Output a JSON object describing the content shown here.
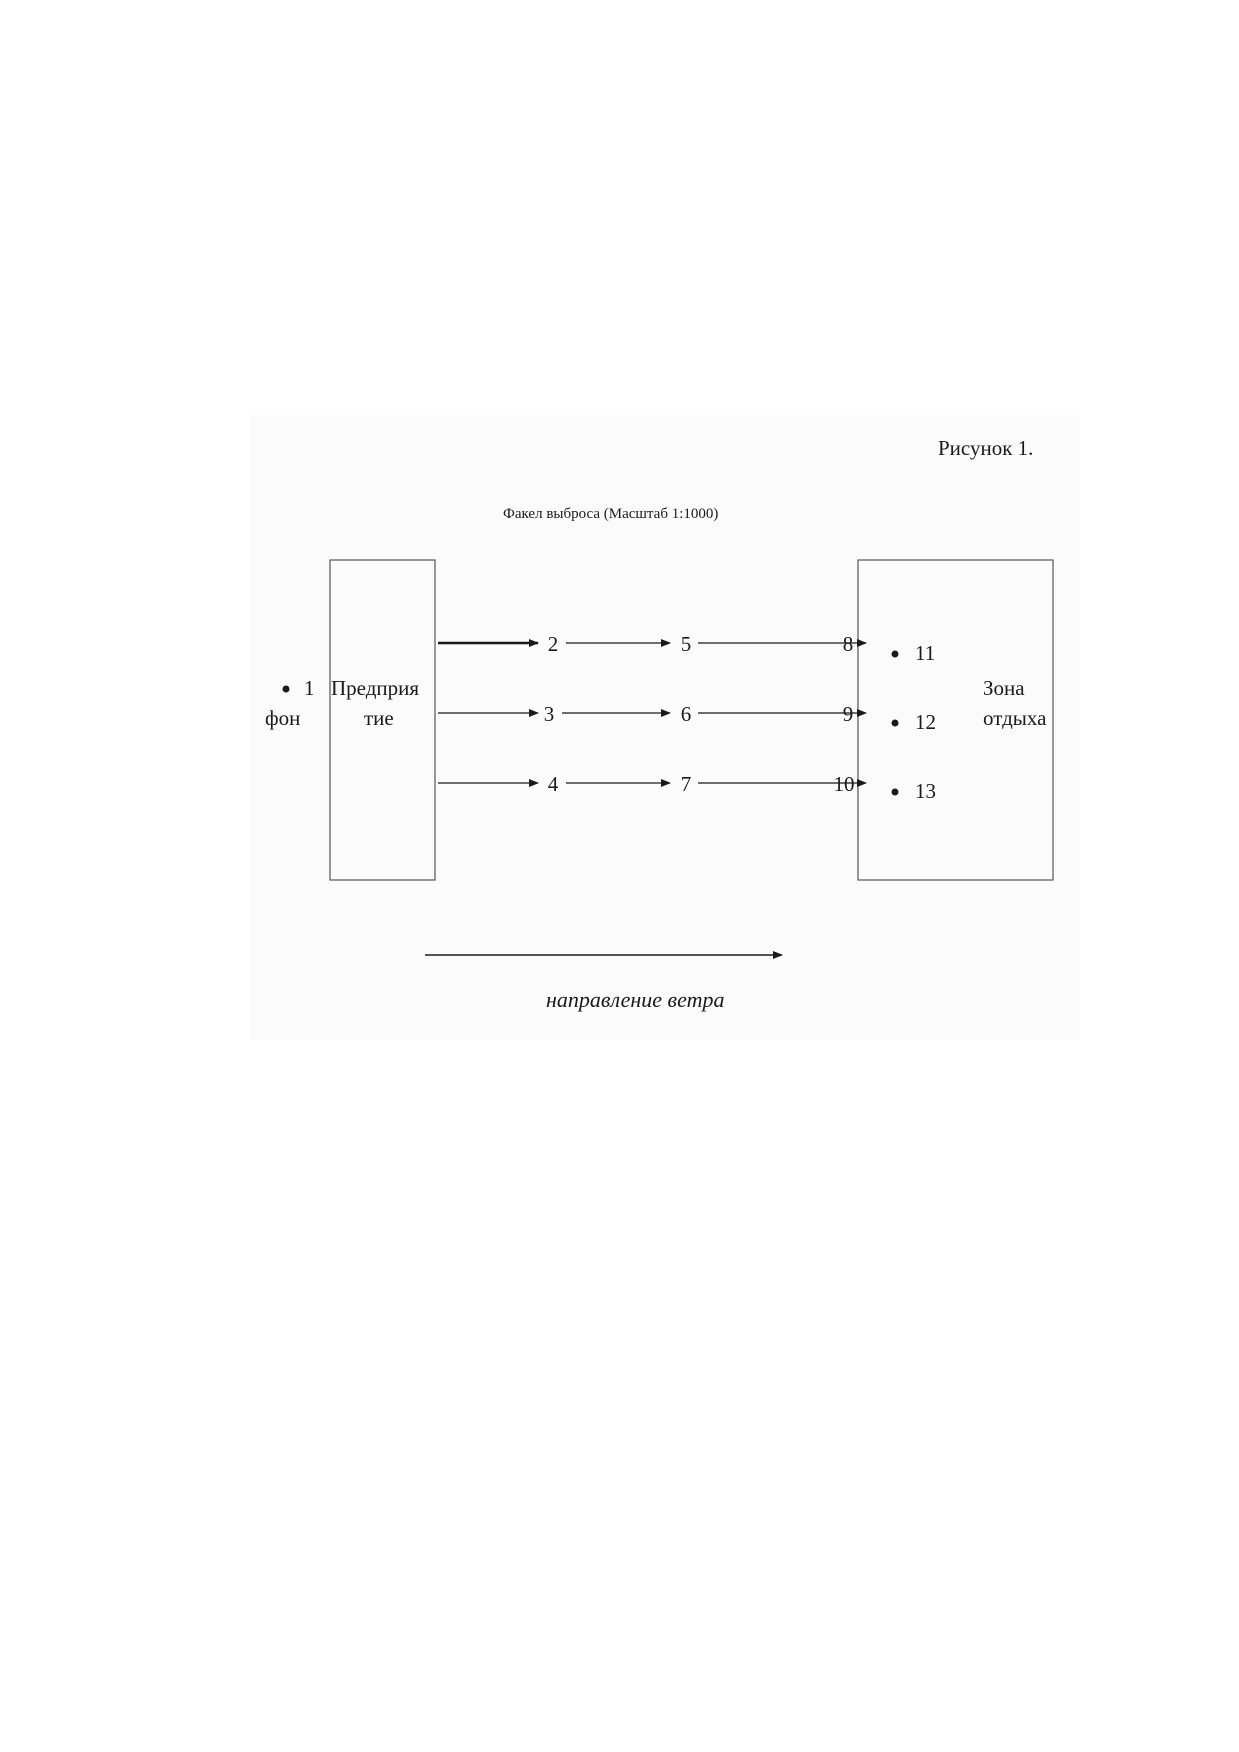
{
  "figure": {
    "caption": "Рисунок 1.",
    "title": "Факел выброса (Масштаб 1:1000)",
    "wind_label": "направление ветра"
  },
  "nodes": {
    "background": {
      "number": "1",
      "label": "фон"
    },
    "enterprise": {
      "line1": "Предприя",
      "line2": "тие"
    },
    "recreation": {
      "line1": "Зона",
      "line2": "отдыха"
    }
  },
  "points": [
    "2",
    "3",
    "4",
    "5",
    "6",
    "7",
    "8",
    "9",
    "10",
    "11",
    "12",
    "13"
  ]
}
